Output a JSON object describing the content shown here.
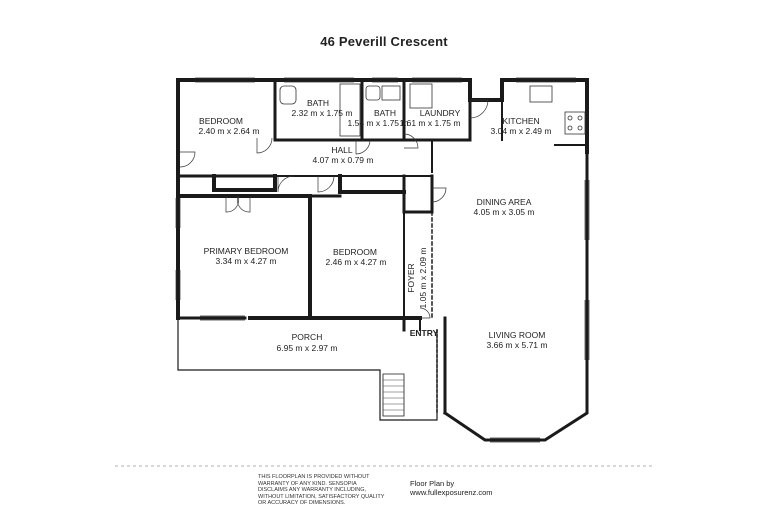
{
  "title": "46 Peverill Crescent",
  "rooms": {
    "bedroom": {
      "name": "BEDROOM",
      "dims": "2.40 m x 2.64 m"
    },
    "bath1": {
      "name": "BATH",
      "dims": "2.32 m x 1.75 m"
    },
    "bath2": {
      "name": "BATH",
      "dims": "1.54 m x 1.75 m"
    },
    "laundry": {
      "name": "LAUNDRY",
      "dims": "1.61 m x 1.75 m"
    },
    "kitchen": {
      "name": "KITCHEN",
      "dims": "3.04 m x 2.49 m"
    },
    "hall": {
      "name": "HALL",
      "dims": "4.07 m x 0.79 m"
    },
    "dining": {
      "name": "DINING AREA",
      "dims": "4.05 m x 3.05 m"
    },
    "primary": {
      "name": "PRIMARY BEDROOM",
      "dims": "3.34 m x 4.27 m"
    },
    "bedroom2": {
      "name": "BEDROOM",
      "dims": "2.46 m x 4.27 m"
    },
    "foyer": {
      "name": "FOYER",
      "dims": "1.05 m x 2.09 m"
    },
    "entry": {
      "name": "ENTRY"
    },
    "porch": {
      "name": "PORCH",
      "dims": "6.95 m x 2.97 m"
    },
    "living": {
      "name": "LIVING ROOM",
      "dims": "3.66 m x 5.71 m"
    }
  },
  "disclaimer": [
    "THIS FLOORPLAN IS PROVIDED WITHOUT",
    "WARRANTY OF ANY KIND. SENSOPIA",
    "DISCLAIMS ANY WARRANTY INCLUDING,",
    "WITHOUT LIMITATION, SATISFACTORY QUALITY",
    "OR ACCURACY OF DIMENSIONS."
  ],
  "credit": {
    "line1": "Floor Plan by",
    "line2": "www.fullexposurenz.com"
  }
}
